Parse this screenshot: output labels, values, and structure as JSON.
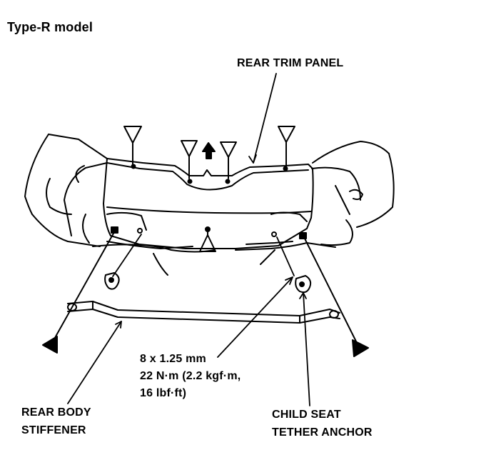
{
  "title": "Type-R model",
  "labels": {
    "rear_trim_panel": "REAR TRIM PANEL",
    "fastener_spec": [
      "8 x 1.25 mm",
      "22 N·m (2.2 kgf·m,",
      "16 lbf·ft)"
    ],
    "rear_body_stiffener": [
      "REAR BODY",
      "STIFFENER"
    ],
    "child_seat_tether_anchor": [
      "CHILD SEAT",
      "TETHER ANCHOR"
    ]
  }
}
